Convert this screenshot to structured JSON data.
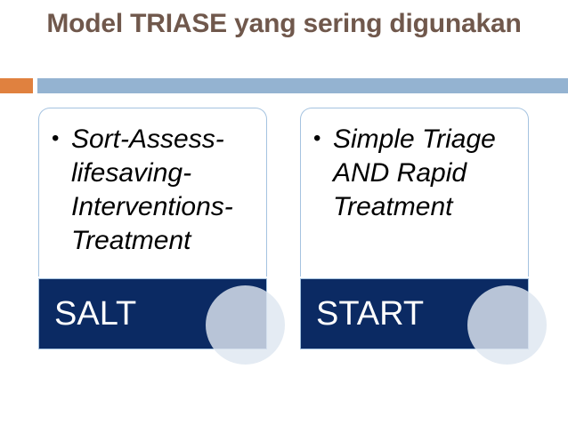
{
  "slide": {
    "title": "Model TRIASE yang sering digunakan",
    "accent_orange": "#e0813f",
    "accent_blue": "#94b3d1",
    "label_navy": "#0b2a63",
    "title_color": "#70584c",
    "card_border": "#a5c3e0"
  },
  "cards": [
    {
      "bullet": "Sort-Assess-lifesaving-Interventions-Treatment",
      "label": "SALT"
    },
    {
      "bullet": "Simple Triage AND Rapid Treatment",
      "label": "START"
    }
  ]
}
